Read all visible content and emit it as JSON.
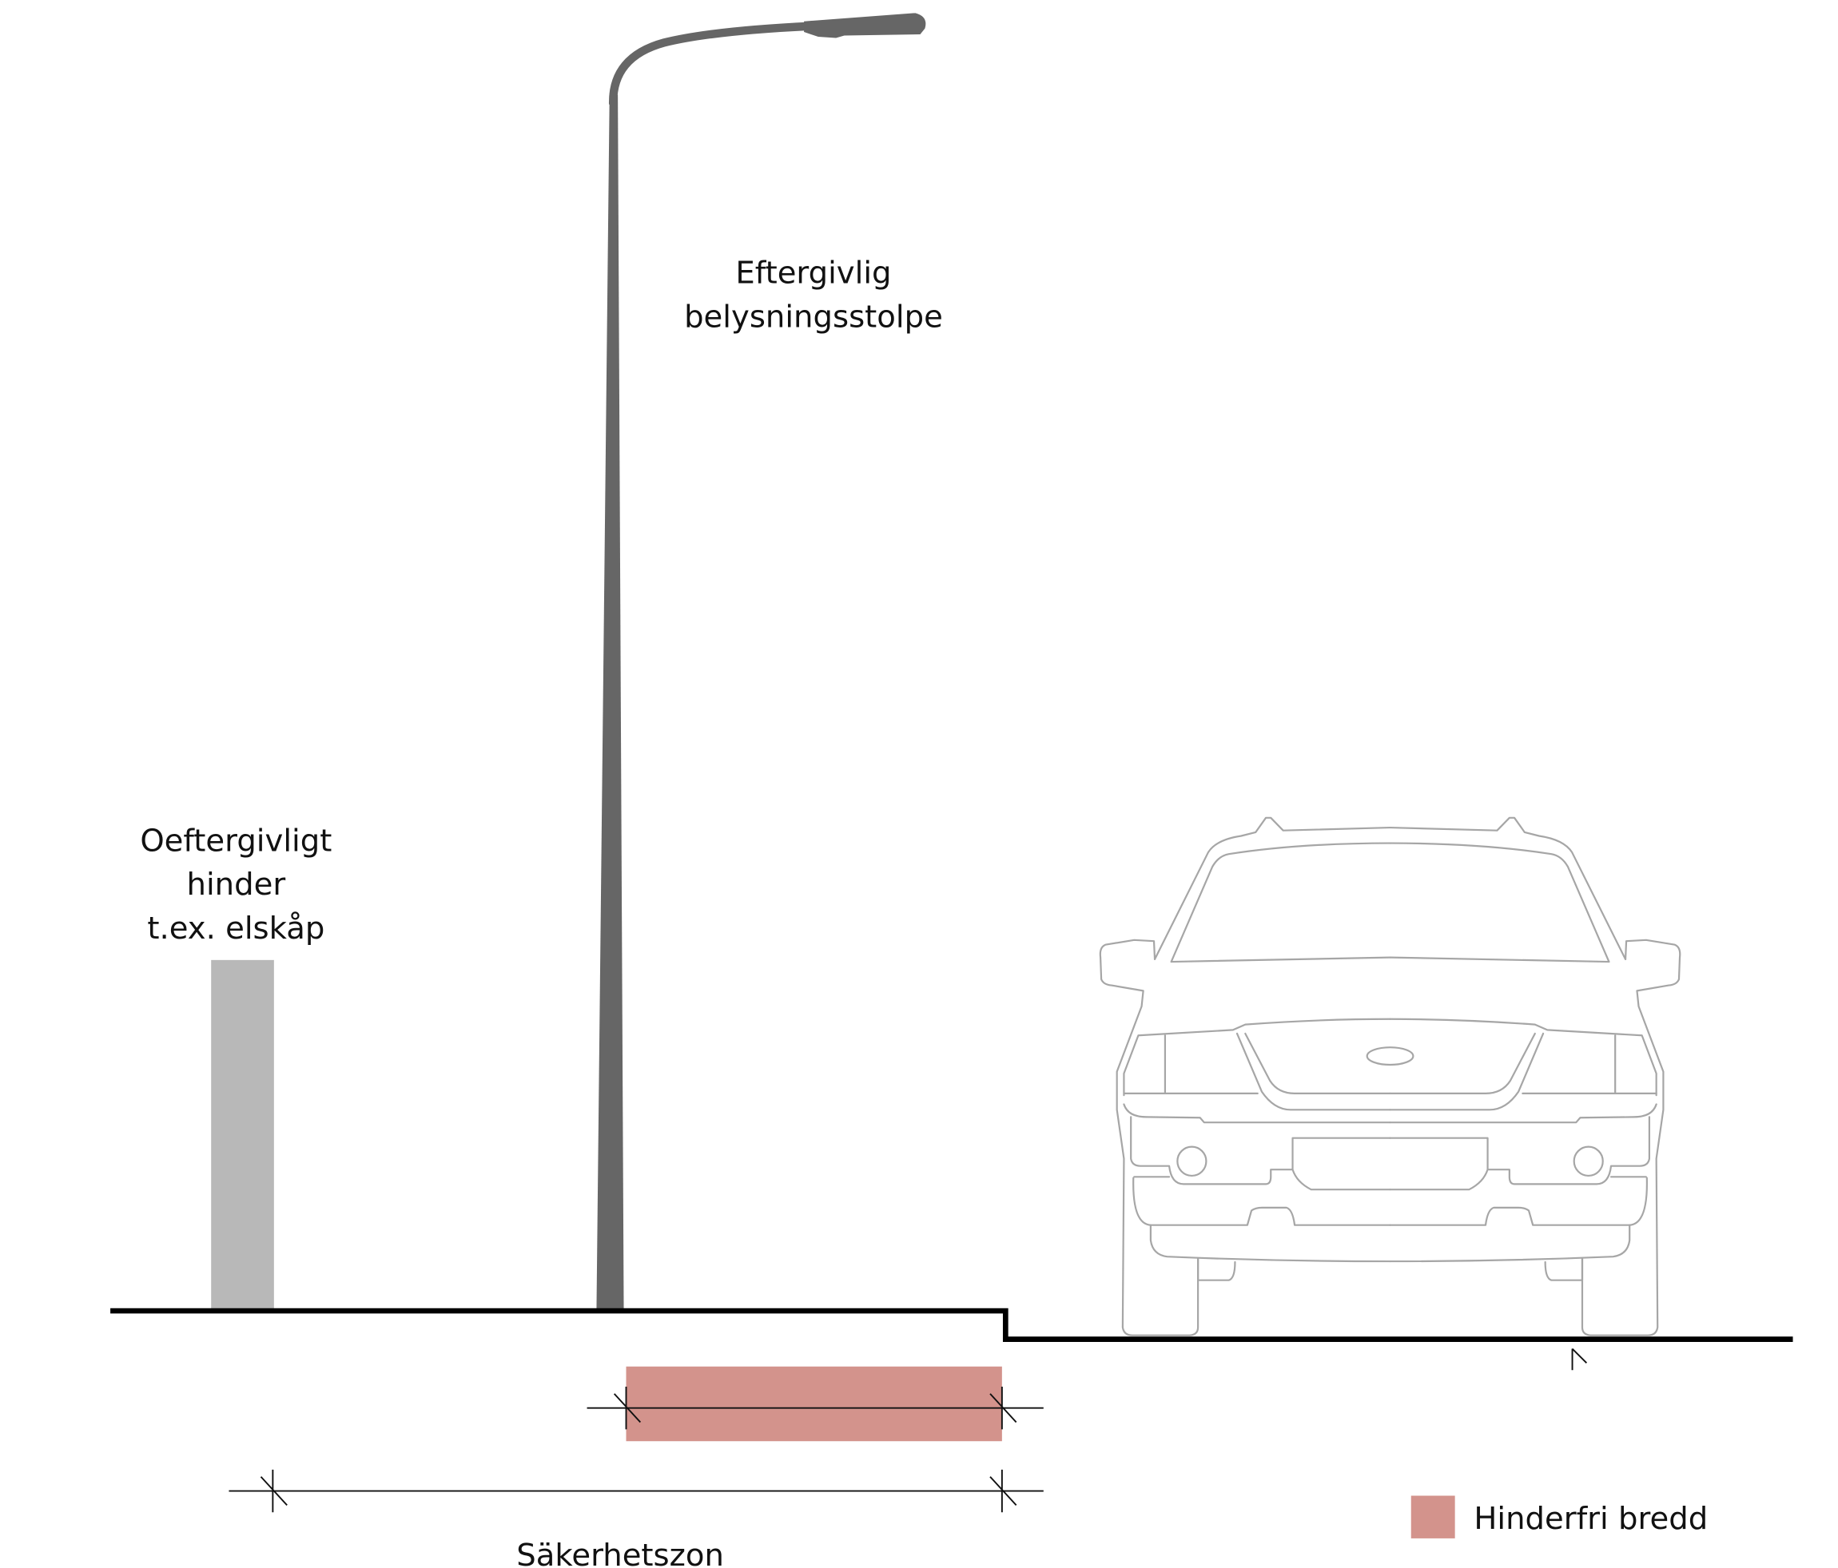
{
  "labels": {
    "lamp_post": [
      "Eftergivlig",
      "belysningsstolpe"
    ],
    "obstacle": [
      "Oeftergivligt",
      "hinder",
      "t.ex. elskåp"
    ],
    "safety_zone": "Säkerhetszon"
  },
  "legend": {
    "items": [
      {
        "label": "Hinderfri bredd",
        "color": "#d3938c"
      }
    ]
  },
  "colors": {
    "obstacle": "#b8b8b8",
    "lamp_post": "#666666",
    "car_outline": "#a6a6a6",
    "ground": "#000000",
    "clear_width": "#d3938c"
  }
}
